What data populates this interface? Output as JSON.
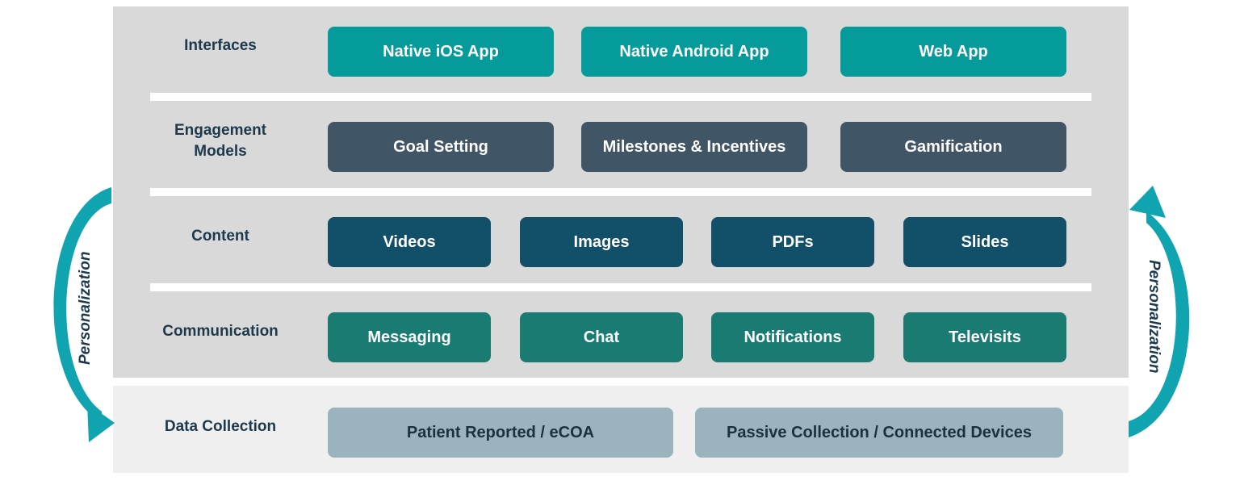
{
  "rows": {
    "interfaces": {
      "label": "Interfaces",
      "items": [
        "Native iOS App",
        "Native Android App",
        "Web App"
      ]
    },
    "engagement": {
      "label_line1": "Engagement",
      "label_line2": "Models",
      "items": [
        "Goal Setting",
        "Milestones & Incentives",
        "Gamification"
      ]
    },
    "content": {
      "label": "Content",
      "items": [
        "Videos",
        "Images",
        "PDFs",
        "Slides"
      ]
    },
    "communication": {
      "label": "Communication",
      "items": [
        "Messaging",
        "Chat",
        "Notifications",
        "Televisits"
      ]
    },
    "data_collection": {
      "label": "Data Collection",
      "items": [
        "Patient Reported / eCOA",
        "Passive Collection / Connected Devices"
      ]
    }
  },
  "side_labels": {
    "left": "Personalization",
    "right": "Personalization"
  },
  "colors": {
    "interfaces": "#069b9b",
    "engagement": "#405566",
    "content": "#124f68",
    "communication": "#1a7b72",
    "data_collection": "#9ab3bd",
    "arrow": "#10a4b0"
  }
}
